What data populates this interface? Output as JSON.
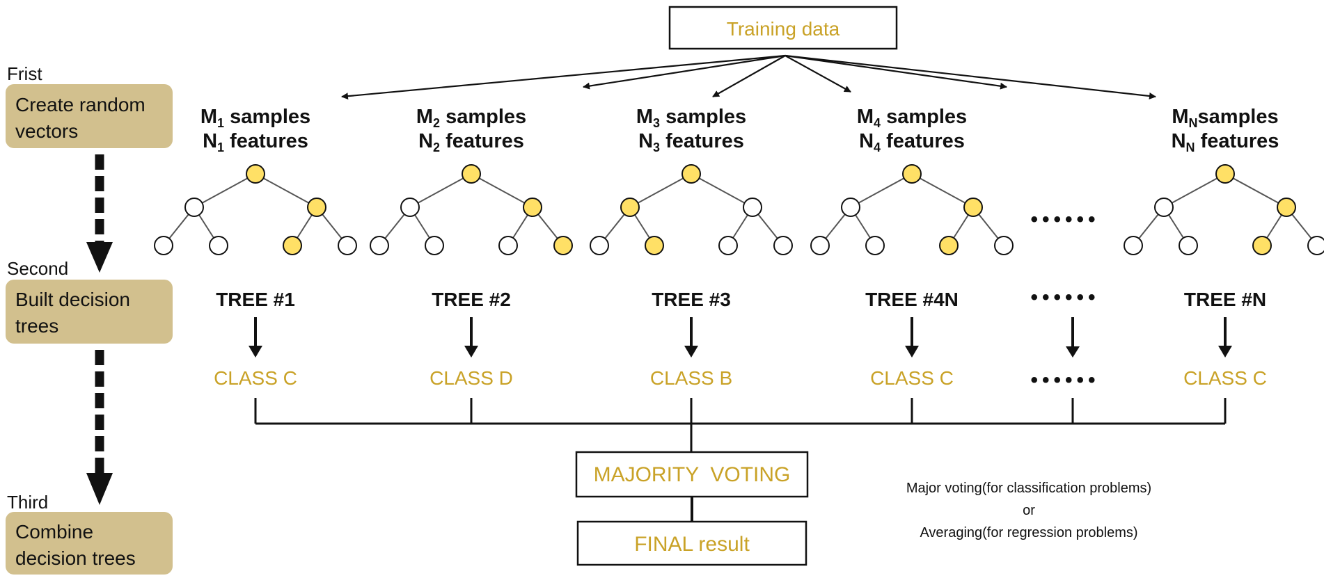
{
  "colors": {
    "gold_text": "#C9A227",
    "step_fill": "#D2C08E",
    "node_yellow": "#FFE066",
    "node_white": "#FFFFFF",
    "line": "#111111",
    "edge": "#555555"
  },
  "training": {
    "label": "Training data"
  },
  "steps": [
    {
      "ordinal": "Frist",
      "lines": [
        "Create random",
        "vectors"
      ]
    },
    {
      "ordinal": "Second",
      "lines": [
        "Built decision",
        "trees"
      ]
    },
    {
      "ordinal": "Third",
      "lines": [
        "Combine",
        "decision trees"
      ]
    }
  ],
  "columns": [
    {
      "m_letter": "M",
      "m_sub": "1",
      "m_suffix": " samples",
      "n_letter": "N",
      "n_sub": "1",
      "n_suffix": " features",
      "nodes": [
        "y",
        "w",
        "y",
        "w",
        "w",
        "y",
        "w"
      ],
      "tree_label": "TREE #1",
      "class_label": "CLASS C"
    },
    {
      "m_letter": "M",
      "m_sub": "2",
      "m_suffix": " samples",
      "n_letter": "N",
      "n_sub": "2",
      "n_suffix": " features",
      "nodes": [
        "y",
        "w",
        "y",
        "w",
        "w",
        "w",
        "y"
      ],
      "tree_label": "TREE #2",
      "class_label": "CLASS D"
    },
    {
      "m_letter": "M",
      "m_sub": "3",
      "m_suffix": " samples",
      "n_letter": "N",
      "n_sub": "3",
      "n_suffix": " features",
      "nodes": [
        "y",
        "y",
        "w",
        "w",
        "y",
        "w",
        "w"
      ],
      "tree_label": "TREE #3",
      "class_label": "CLASS B"
    },
    {
      "m_letter": "M",
      "m_sub": "4",
      "m_suffix": " samples",
      "n_letter": "N",
      "n_sub": "4",
      "n_suffix": " features",
      "nodes": [
        "y",
        "w",
        "y",
        "w",
        "w",
        "y",
        "w"
      ],
      "tree_label": "TREE #4N",
      "class_label": "CLASS C"
    },
    {
      "m_letter": "M",
      "m_sub": "N",
      "m_suffix": "samples",
      "n_letter": "N",
      "n_sub": "N",
      "n_suffix": " features",
      "nodes": [
        "y",
        "w",
        "y",
        "w",
        "w",
        "y",
        "w"
      ],
      "tree_label": "TREE #N",
      "class_label": "CLASS C"
    }
  ],
  "ellipsis": "••••••",
  "voting": {
    "label": "MAJORITY  VOTING"
  },
  "final": {
    "label": "FINAL result"
  },
  "note": {
    "line1": "Major voting(for classification problems)",
    "line2": "or",
    "line3": "Averaging(for regression problems)"
  }
}
